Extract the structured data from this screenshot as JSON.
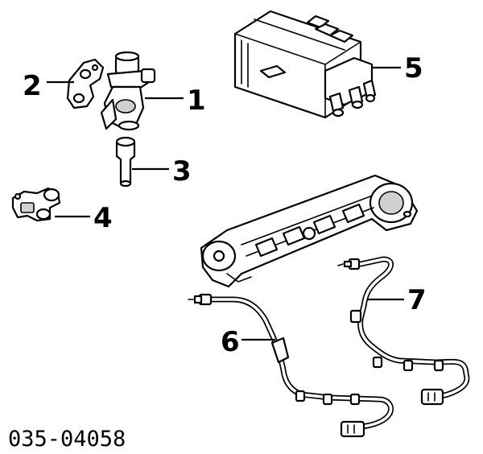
{
  "diagram_code": "035-04058",
  "callouts": {
    "c1": "1",
    "c2": "2",
    "c3": "3",
    "c4": "4",
    "c5": "5",
    "c6": "6",
    "c7": "7"
  }
}
